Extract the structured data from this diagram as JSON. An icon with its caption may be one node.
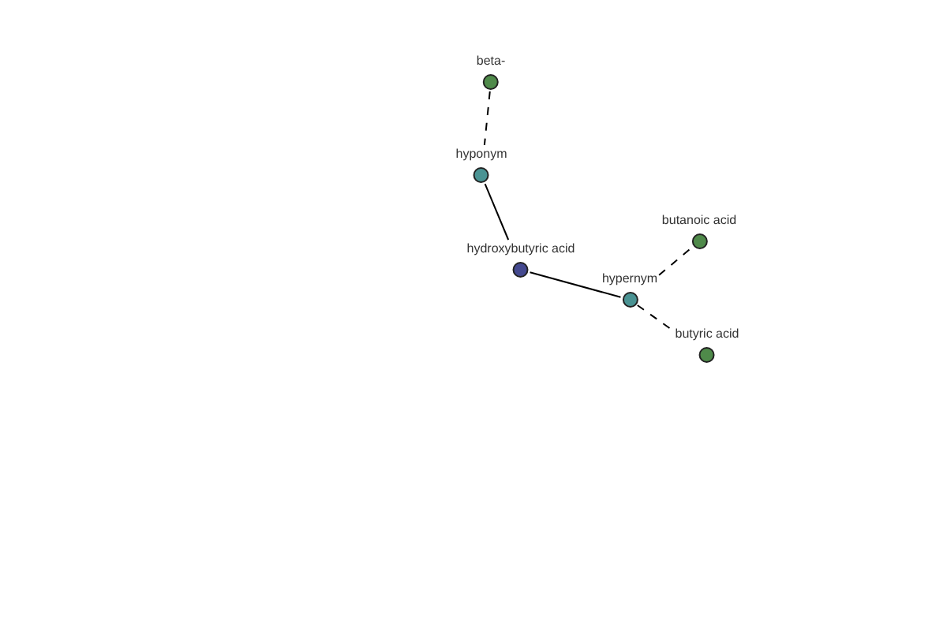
{
  "diagram": {
    "nodes": [
      {
        "text": [
          "beta-"
        ]
      },
      {
        "text": [
          "hyponym"
        ]
      },
      {
        "text": [
          "hydroxybutyric acid"
        ]
      },
      {
        "text": [
          "hypernym"
        ]
      },
      {
        "text": [
          "butanoic acid"
        ]
      },
      {
        "text": [
          "butyric acid"
        ]
      }
    ],
    "edges": [
      {
        "from": 0,
        "to": 1,
        "arrow": "none",
        "style": "dashed"
      },
      {
        "from": 1,
        "to": 2,
        "arrow": "none"
      },
      {
        "from": 2,
        "to": 3,
        "arrow": "none"
      },
      {
        "from": 3,
        "to": 4,
        "arrow": "none",
        "style": "dashed"
      },
      {
        "from": 3,
        "to": 5,
        "arrow": "none",
        "style": "dashed"
      }
    ]
  }
}
